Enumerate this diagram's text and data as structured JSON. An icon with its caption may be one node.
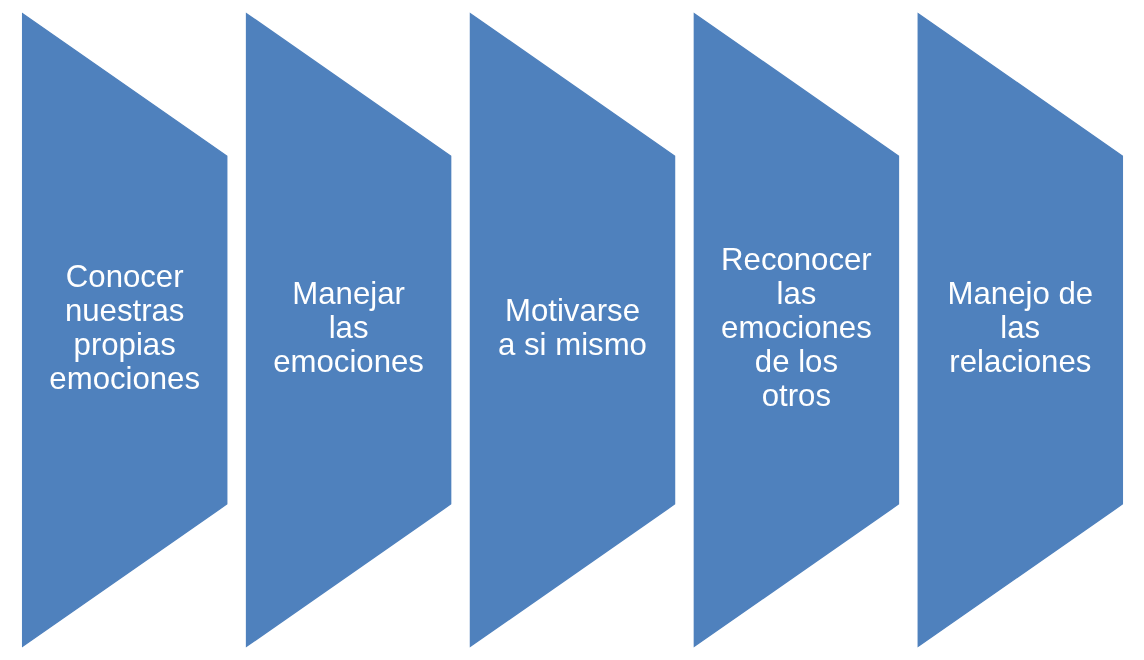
{
  "diagram": {
    "nodes": [
      {
        "text": [
          "Conocer nuestras propias emociones"
        ]
      },
      {
        "text": [
          "Manejar las emociones"
        ]
      },
      {
        "text": [
          "Motivarse a si mismo"
        ]
      },
      {
        "text": [
          "Reconocer las emociones de los otros"
        ]
      },
      {
        "text": [
          "Manejo de las relaciones"
        ]
      }
    ]
  }
}
